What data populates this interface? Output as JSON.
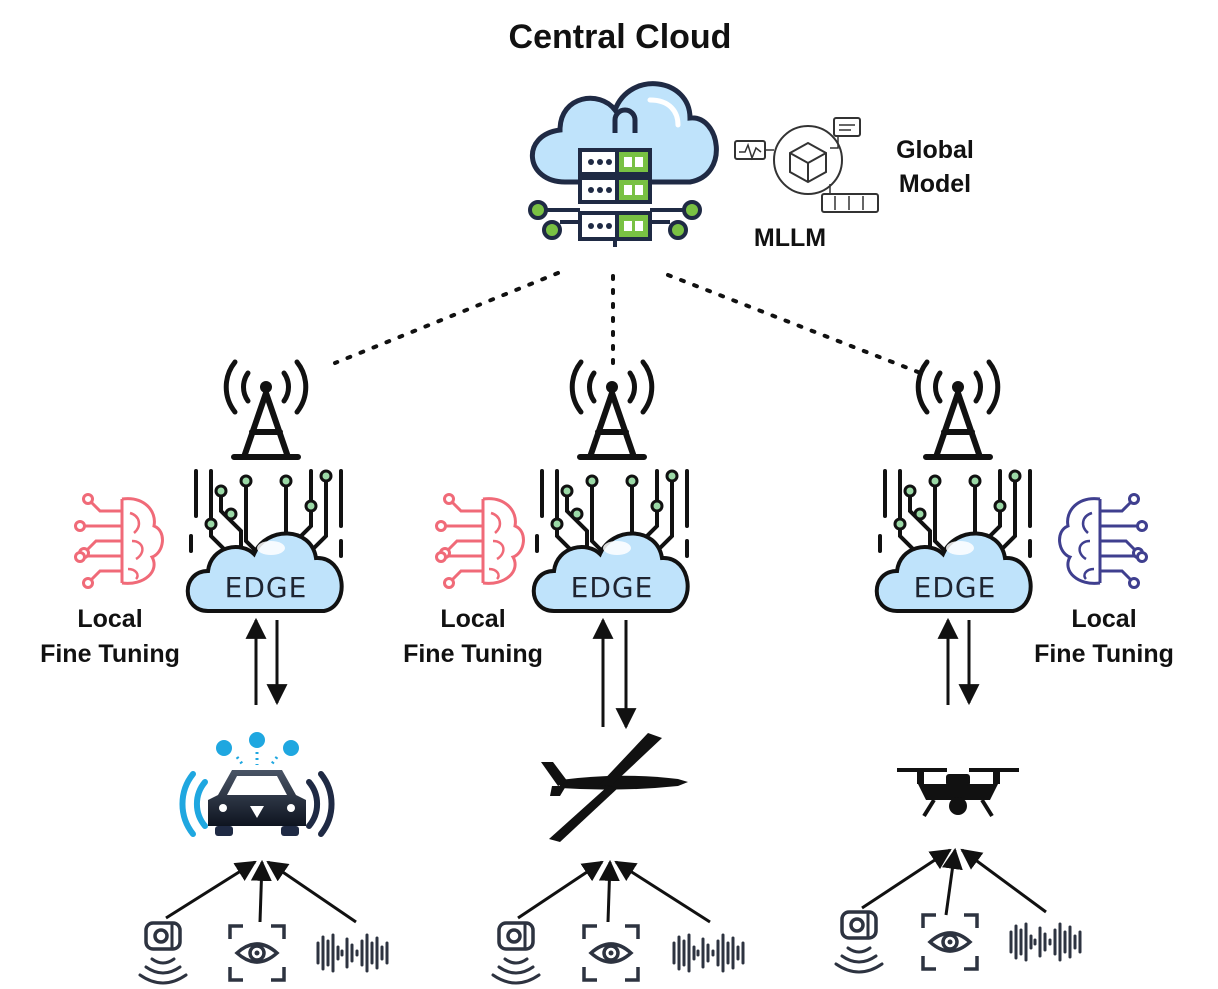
{
  "title": "Central Cloud",
  "cloud": {
    "model_label_line1": "Global",
    "model_label_line2": "Model",
    "mllm_label": "MLLM"
  },
  "edge_label": "EDGE",
  "local_label_line1": "Local",
  "local_label_line2": "Fine Tuning",
  "nodes": [
    {
      "id": "left",
      "device": "autonomous-car",
      "brain_color": "#f06a78"
    },
    {
      "id": "middle",
      "device": "aircraft",
      "brain_color": "#f06a78"
    },
    {
      "id": "right",
      "device": "drone",
      "brain_color": "#3f3f8f"
    }
  ],
  "sensors": [
    "lidar-sensor-icon",
    "eye-camera-icon",
    "audio-waveform-icon"
  ],
  "colors": {
    "cloud_fill": "#bfe3fb",
    "cloud_outline": "#1f2a44",
    "server_green": "#79c143",
    "node_green": "#9bd9a6",
    "brain_pink": "#f06a78",
    "brain_navy": "#3f3f8f",
    "car_cyan": "#1fa7e0"
  }
}
